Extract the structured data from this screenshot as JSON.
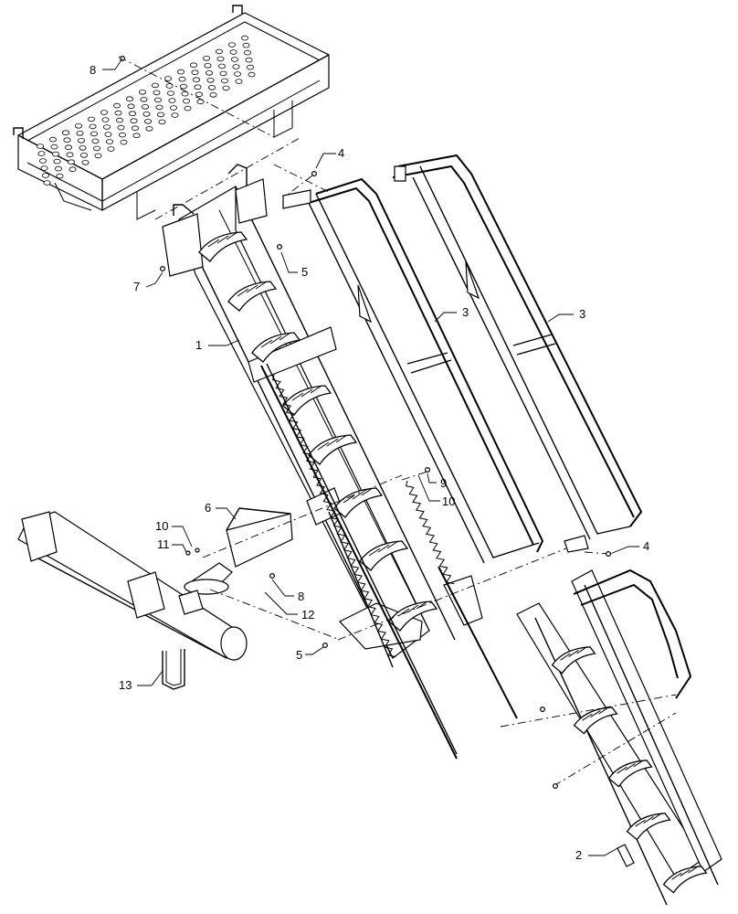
{
  "callouts": {
    "c8a": "8",
    "c4a": "4",
    "c7": "7",
    "c5a": "5",
    "c1": "1",
    "c3a": "3",
    "c3b": "3",
    "c9": "9",
    "c10a": "10",
    "c6": "6",
    "c10b": "10",
    "c11": "11",
    "c8b": "8",
    "c12": "12",
    "c5b": "5",
    "c13": "13",
    "c4b": "4",
    "c2": "2"
  }
}
